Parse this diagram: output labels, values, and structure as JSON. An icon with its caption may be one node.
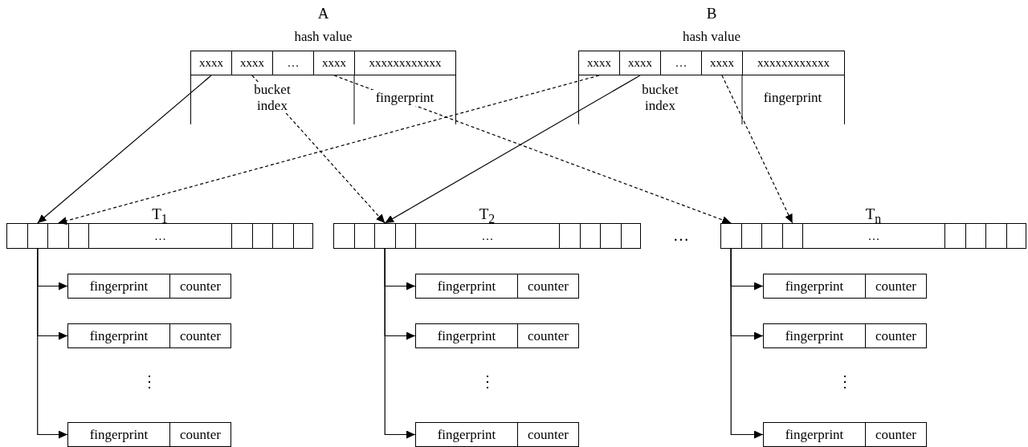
{
  "diagram": {
    "nodes": [
      {
        "text": [
          "A",
          "hash value"
        ]
      },
      {
        "text": [
          "xxxx"
        ],
        "in": 0
      },
      {
        "text": [
          "xxxx"
        ],
        "in": 0
      },
      {
        "text": [
          "…"
        ],
        "in": 0
      },
      {
        "text": [
          "xxxx"
        ],
        "in": 0
      },
      {
        "text": [
          "xxxxxxxxxxxx"
        ],
        "in": 0
      },
      {
        "text": [
          "B",
          "hash value"
        ]
      },
      {
        "text": [
          "xxxx"
        ],
        "in": 6
      },
      {
        "text": [
          "xxxx"
        ],
        "in": 6
      },
      {
        "text": [
          "…"
        ],
        "in": 6
      },
      {
        "text": [
          "xxxx"
        ],
        "in": 6
      },
      {
        "text": [
          "xxxxxxxxxxxx"
        ],
        "in": 6
      },
      {
        "text": [
          "T$_{1}$"
        ]
      },
      {
        "text": [],
        "shape": "box",
        "in": 12
      },
      {
        "text": [],
        "shape": "box",
        "in": 12
      },
      {
        "text": [],
        "shape": "box",
        "in": 12
      },
      {
        "text": [],
        "shape": "box",
        "in": 12
      },
      {
        "text": [
          "…"
        ],
        "in": 12
      },
      {
        "text": [],
        "shape": "box",
        "in": 12
      },
      {
        "text": [],
        "shape": "box",
        "in": 12
      },
      {
        "text": [],
        "shape": "box",
        "in": 12
      },
      {
        "text": [],
        "shape": "box",
        "in": 12
      },
      {
        "text": [
          "T$_{2}$"
        ]
      },
      {
        "text": [],
        "shape": "box",
        "in": 22
      },
      {
        "text": [],
        "shape": "box",
        "in": 22
      },
      {
        "text": [],
        "shape": "box",
        "in": 22
      },
      {
        "text": [],
        "shape": "box",
        "in": 22
      },
      {
        "text": [
          "…"
        ],
        "in": 22
      },
      {
        "text": [],
        "shape": "box",
        "in": 22
      },
      {
        "text": [],
        "shape": "box",
        "in": 22
      },
      {
        "text": [],
        "shape": "box",
        "in": 22
      },
      {
        "text": [],
        "shape": "box",
        "in": 22
      },
      {
        "text": [
          "T$_{n}$"
        ]
      },
      {
        "text": [],
        "shape": "box",
        "in": 32
      },
      {
        "text": [],
        "shape": "box",
        "in": 32
      },
      {
        "text": [],
        "shape": "box",
        "in": 32
      },
      {
        "text": [],
        "shape": "box",
        "in": 32
      },
      {
        "text": [
          "…"
        ],
        "in": 32
      },
      {
        "text": [],
        "shape": "box",
        "in": 32
      },
      {
        "text": [],
        "shape": "box",
        "in": 32
      },
      {
        "text": [],
        "shape": "box",
        "in": 32
      },
      {
        "text": [],
        "shape": "box",
        "in": 32
      },
      {
        "text": [
          "fingerprint",
          "counter"
        ]
      },
      {
        "text": [
          "fingerprint",
          "counter"
        ]
      },
      {
        "text": [
          "fingerprint",
          "counter"
        ]
      },
      {
        "text": [
          "fingerprint",
          "counter"
        ]
      },
      {
        "text": [
          "fingerprint",
          "counter"
        ]
      },
      {
        "text": [
          "fingerprint",
          "counter"
        ]
      },
      {
        "text": [
          "fingerprint",
          "counter"
        ]
      },
      {
        "text": [
          "fingerprint",
          "counter"
        ]
      },
      {
        "text": [
          "fingerprint",
          "counter"
        ]
      }
    ],
    "edges": [
      {
        "from": 1,
        "to": 14,
        "arrow": "to"
      },
      {
        "from": 2,
        "to": 25,
        "arrow": "to",
        "style": "dashed"
      },
      {
        "from": 4,
        "to": 33,
        "arrow": "to",
        "style": "dashed"
      },
      {
        "from": 7,
        "to": 15,
        "arrow": "to",
        "style": "dashed"
      },
      {
        "from": 8,
        "to": 25,
        "arrow": "to"
      },
      {
        "from": 10,
        "to": 36,
        "arrow": "to",
        "style": "dashed"
      },
      {
        "from": 14,
        "to": 42,
        "arrow": "to"
      },
      {
        "from": 14,
        "to": 43,
        "arrow": "to"
      },
      {
        "from": 14,
        "to": 44,
        "arrow": "to"
      },
      {
        "from": 25,
        "to": 45,
        "arrow": "to"
      },
      {
        "from": 25,
        "to": 46,
        "arrow": "to"
      },
      {
        "from": 25,
        "to": 47,
        "arrow": "to"
      },
      {
        "from": 33,
        "to": 48,
        "arrow": "to"
      },
      {
        "from": 33,
        "to": 49,
        "arrow": "to"
      },
      {
        "from": 33,
        "to": 50,
        "arrow": "to"
      }
    ],
    "labels": [
      "bucket index",
      "fingerprint",
      "bucket index",
      "fingerprint",
      "…",
      "⋮",
      "⋮",
      "⋮"
    ]
  }
}
